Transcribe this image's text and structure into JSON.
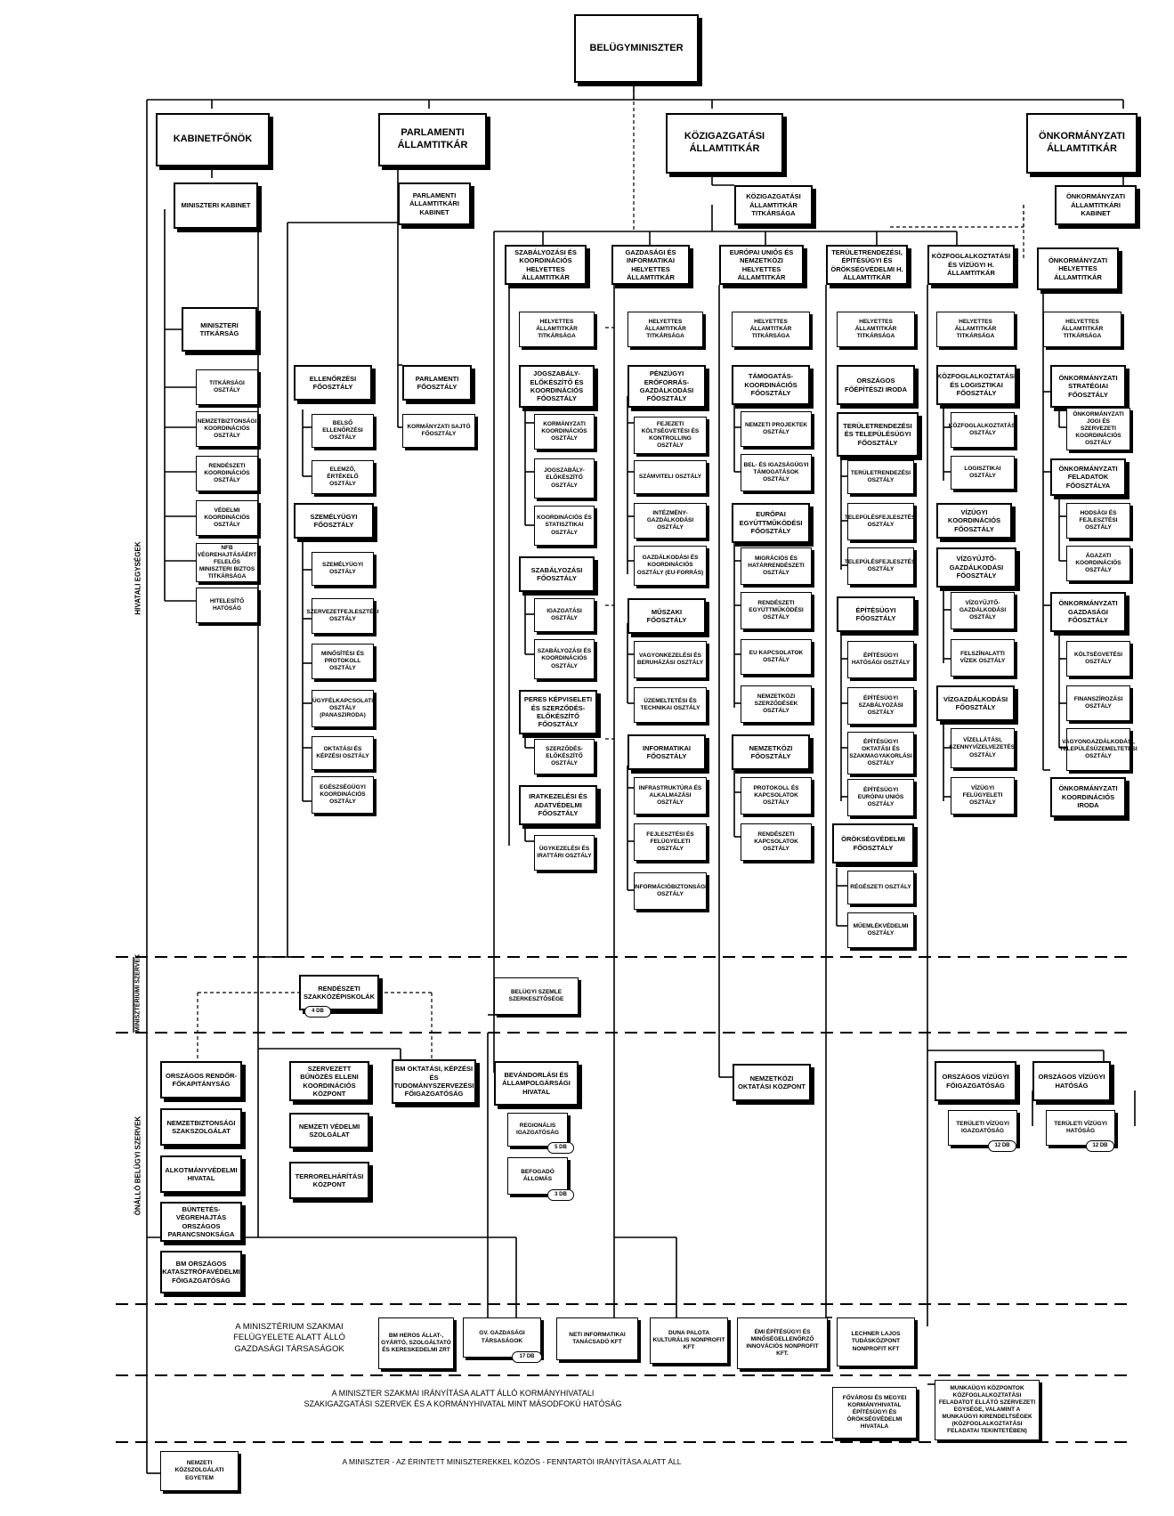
{
  "sections": {
    "hivatali": "HIVATALI EGYSÉGEK",
    "miniszteriumi": "MINISZTÉRIUMI SZERVEK",
    "onallo": "ÖNÁLLÓ BELÜGYI SZERVEK"
  },
  "footer": {
    "szakmai_felugyelet": "A MINISZTÉRIUM SZAKMAI FELÜGYELETE ALATT ÁLLÓ GAZDASÁGI TÁRSASÁGOK",
    "kormanyhivatal": "A MINISZTER SZAKMAI IRÁNYÍTÁSA ALATT ÁLLÓ KORMÁNYHIVATALI SZAKIGAZGATÁSI SZERVEK ÉS A KORMÁNYHIVATAL MINT MÁSODFOKÚ HATÓSÁG",
    "kozos_fenntartas": "A MINISZTER - AZ ÉRINTETT MINISZTEREKKEL KÖZÖS - FENNTARTÓI IRÁNYÍTÁSA ALATT ÁLL"
  },
  "units": {
    "miniszter": "BELÜGYMINISZTER",
    "kabinetfonok": "KABINETFŐNÖK",
    "parlamenti": "PARLAMENTI ÁLLAMTITKÁR",
    "kozig": "KÖZIGAZGATÁSI ÁLLAMTITKÁR",
    "onkorm": "ÖNKORMÁNYZATI ÁLLAMTITKÁR",
    "min_kabinet": "MINISZTERI KABINET",
    "parl_kabinet": "PARLAMENTI ÁLLAMTITKÁRI KABINET",
    "kozig_titk": "KÖZIGAZGATÁSI ÁLLAMTITKÁR TITKÁRSÁGA",
    "onk_kabinet": "ÖNKORMÁNYZATI ÁLLAMTITKÁRI KABINET",
    "onk_helyettes": "ÖNKORMÁNYZATI HELYETTES ÁLLAMTITKÁR",
    "szab_ht": "SZABÁLYOZÁSI ÉS KOORDINÁCIÓS HELYETTES ÁLLAMTITKÁR",
    "gazd_ht": "GAZDASÁGI ÉS INFORMATIKAI HELYETTES ÁLLAMTITKÁR",
    "eu_ht": "EURÓPAI UNIÓS ÉS NEMZETKÖZI HELYETTES ÁLLAMTITKÁR",
    "ter_ht": "TERÜLETRENDEZÉSI, ÉPÍTÉSÜGYI ÉS ÖRÖKSÉGVÉDELMI H. ÁLLAMTITKÁR",
    "kozf_ht": "KÖZFOGLALKOZTATÁSI ÉS VÍZÜGYI H. ÁLLAMTITKÁR",
    "min_titk": "MINISZTERI TITKÁRSÁG",
    "titkarsagi": "TITKÁRSÁGI OSZTÁLY",
    "nemzetbiz_koord": "NEMZETBIZTONSÁGI KOORDINÁCIÓS OSZTÁLY",
    "rendeszeti_koord": "RENDÉSZETI KOORDINÁCIÓS OSZTÁLY",
    "vedelmi_koord": "VÉDELMI KOORDINÁCIÓS OSZTÁLY",
    "nfb": "NFB VÉGREHAJTÁSÁÉRT FELELŐS MINISZTERI BIZTOS TITKÁRSÁGA",
    "hitelesito": "HITELESÍTŐ HATÓSÁG",
    "ellenorzesi": "ELLENŐRZÉSI FŐOSZTÁLY",
    "belso_ell": "BELSŐ ELLENŐRZÉSI OSZTÁLY",
    "elemzo": "ELEMZŐ, ÉRTÉKELŐ OSZTÁLY",
    "szemelyugyi_fo": "SZEMÉLYÜGYI FŐOSZTÁLY",
    "szemelyugyi_o": "SZEMÉLYÜGYI OSZTÁLY",
    "szervezetfejl": "SZERVEZETFEJLESZTÉSI OSZTÁLY",
    "minosites": "MINŐSÍTÉSI ÉS PROTOKOLL OSZTÁLY",
    "kapcsolattartasi": "ÜGYFÉLKAPCSOLATI OSZTÁLY (PANASZIRODA)",
    "oktatasi": "OKTATÁSI ÉS KÉPZÉSI OSZTÁLY",
    "egeszsegugyi": "EGÉSZSÉGÜGYI KOORDINÁCIÓS OSZTÁLY",
    "parl_fo": "PARLAMENTI FŐOSZTÁLY",
    "kormanyzati": "KORMÁNYZATI SAJTÓ FŐOSZTÁLY",
    "c1_helyettes": "HELYETTES ÁLLAMTITKÁR TITKÁRSÁGA",
    "c1_jogszab": "JOGSZABÁLY-ELŐKÉSZÍTŐ ÉS KOORDINÁCIÓS FŐOSZTÁLY",
    "c1_kormanyzati": "KORMÁNYZATI KOORDINÁCIÓS OSZTÁLY",
    "c1_jogszab_o": "JOGSZABÁLY-ELŐKÉSZÍTŐ OSZTÁLY",
    "c1_koord_stat": "KOORDINÁCIÓS ÉS STATISZTIKAI OSZTÁLY",
    "c1_szabalyozasi": "SZABÁLYOZÁSI FŐOSZTÁLY",
    "c1_igazgatasi": "IGAZGATÁSI OSZTÁLY",
    "c1_szab_koord": "SZABÁLYOZÁSI ÉS KOORDINÁCIÓS OSZTÁLY",
    "c1_peres": "PERES KÉPVISELETI ÉS SZERZŐDÉS-ELŐKÉSZÍTŐ FŐOSZTÁLY",
    "c1_szerzodes": "SZERZŐDÉS-ELŐKÉSZÍTŐ OSZTÁLY",
    "c1_irat": "IRATKEZELÉSI ÉS ADATVÉDELMI FŐOSZTÁLY",
    "c1_ugykezelesi": "ÜGYKEZELÉSI ÉS IRATTÁRI OSZTÁLY",
    "c2_helyettes": "HELYETTES ÁLLAMTITKÁR TITKÁRSÁGA",
    "c2_penzugyi": "PÉNZÜGYI ERŐFORRÁS-GAZDÁLKODÁSI FŐOSZTÁLY",
    "c2_fejezeti": "FEJEZETI KÖLTSÉGVETÉSI ÉS KONTROLLING OSZTÁLY",
    "c2_szamviteli": "SZÁMVITELI OSZTÁLY",
    "c2_intezmeny": "INTÉZMÉNY-GAZDÁLKODÁSI OSZTÁLY",
    "c2_gazdalkodas": "GAZDÁLKODÁSI ÉS KOORDINÁCIÓS OSZTÁLY (EU-FORRÁS)",
    "c2_muszaki": "MŰSZAKI FŐOSZTÁLY",
    "c2_vagyon": "VAGYONKEZELÉSI ÉS BERUHÁZÁSI OSZTÁLY",
    "c2_uzemeltetesi": "ÜZEMELTETÉSI ÉS TECHNIKAI OSZTÁLY",
    "c2_informatikai": "INFORMATIKAI FŐOSZTÁLY",
    "c2_infrastruktura": "INFRASTRUKTÚRA ÉS ALKALMAZÁSI OSZTÁLY",
    "c2_fejlesztesi": "FEJLESZTÉSI ÉS FELÜGYELETI OSZTÁLY",
    "c2_informacio": "INFORMÁCIÓBIZTONSÁGI OSZTÁLY",
    "c3_helyettes": "HELYETTES ÁLLAMTITKÁR TITKÁRSÁGA",
    "c3_tamogatas": "TÁMOGATÁS-KOORDINÁCIÓS FŐOSZTÁLY",
    "c3_nemzeti_proj": "NEMZETI PROJEKTEK OSZTÁLY",
    "c3_bel_igazsag": "BEL- ÉS IGAZSÁGÜGYI TÁMOGATÁSOK OSZTÁLY",
    "c3_europai": "EURÓPAI EGYÜTTMŰKÖDÉSI FŐOSZTÁLY",
    "c3_migracios": "MIGRÁCIÓS ÉS HATÁRRENDÉSZETI OSZTÁLY",
    "c3_rendeszeti_egy": "RENDÉSZETI EGYÜTTMŰKÖDÉSI OSZTÁLY",
    "c3_eu_kapcs": "EU KAPCSOLATOK OSZTÁLY",
    "c3_nemzetkozi_szerz": "NEMZETKÖZI SZERZŐDÉSEK OSZTÁLY",
    "c3_nemzetkozi_fo": "NEMZETKÖZI FŐOSZTÁLY",
    "c3_protokoll": "PROTOKOLL ÉS KAPCSOLATOK OSZTÁLY",
    "c3_rendeszeti_kapcs": "RENDÉSZETI KAPCSOLATOK OSZTÁLY",
    "c4_helyettes": "HELYETTES ÁLLAMTITKÁR TITKÁRSÁGA",
    "c4_orszagos_fo": "ORSZÁGOS FŐÉPÍTÉSZI IRODA",
    "c4_terulet_fo": "TERÜLETRENDEZÉSI ÉS TELEPÜLÉSÜGYI FŐOSZTÁLY",
    "c4_teruletrend": "TERÜLETRENDEZÉSI OSZTÁLY",
    "c4_telepules": "TELEPÜLÉSFEJLESZTÉSI OSZTÁLY",
    "c4_telepulesi": "TELEPÜLÉSFEJLESZTÉSI OSZTÁLY",
    "c4_epitesugyi": "ÉPÍTÉSÜGYI FŐOSZTÁLY",
    "c4_epitesugyi_hat": "ÉPÍTÉSÜGYI HATÓSÁGI OSZTÁLY",
    "c4_epitesugyi_szab": "ÉPÍTÉSÜGYI SZABÁLYOZÁSI OSZTÁLY",
    "c4_epitesugyi_okt": "ÉPÍTÉSÜGYI OKTATÁSI ÉS SZAKMAGYAKORLÁSI OSZTÁLY",
    "c4_epitesugyi_eu": "ÉPÍTÉSÜGYI EURÓPAI UNIÓS OSZTÁLY",
    "c4_orokseg": "ÖRÖKSÉGVÉDELMI FŐOSZTÁLY",
    "c4_regeszeti": "RÉGÉSZETI OSZTÁLY",
    "c4_muemlek": "MŰEMLÉKVÉDELMI OSZTÁLY",
    "c5_helyettes": "HELYETTES ÁLLAMTITKÁR TITKÁRSÁGA",
    "c5_kozfogl": "KÖZFOGLALKOZTATÁSI ÉS LOGISZTIKAI FŐOSZTÁLY",
    "c5_kozfogl_o": "KÖZFOGLALKOZTATÁSI OSZTÁLY",
    "c5_logisztikai": "LOGISZTIKAI OSZTÁLY",
    "c5_vizugyi_koord": "VÍZÜGYI KOORDINÁCIÓS FŐOSZTÁLY",
    "c5_vizgyujto": "VÍZGYŰJTŐ-GAZDÁLKODÁSI FŐOSZTÁLY",
    "c5_vizgyujto_o": "VÍZGYŰJTŐ-GAZDÁLKODÁSI OSZTÁLY",
    "c5_felszin": "FELSZÍNALATTI VÍZEK OSZTÁLY",
    "c5_vizgazdalkodasi": "VÍZGAZDÁLKODÁSI FŐOSZTÁLY",
    "c5_vizellatasi": "VÍZELLÁTÁSI, SZENNYVÍZELVEZETÉSI OSZTÁLY",
    "c5_vizugyi_fel": "VÍZÜGYI FELÜGYELETI OSZTÁLY",
    "c6_helyettes": "HELYETTES ÁLLAMTITKÁR TITKÁRSÁGA",
    "c6_strategiai": "ÖNKORMÁNYZATI STRATÉGIAI FŐOSZTÁLY",
    "c6_onk_jogi": "ÖNKORMÁNYZATI JOGI ÉS SZERVEZETI KOORDINÁCIÓS OSZTÁLY",
    "c6_feladatok": "ÖNKORMÁNYZATI FELADATOK FŐOSZTÁLYA",
    "c6_hodsegi": "HODSÁGI ÉS FEJLESZTÉSI OSZTÁLY",
    "c6_agazati": "ÁGAZATI KOORDINÁCIÓS OSZTÁLY",
    "c6_gazdasagi": "ÖNKORMÁNYZATI GAZDASÁGI FŐOSZTÁLY",
    "c6_koltsegvetesi": "KÖLTSÉGVETÉSI OSZTÁLY",
    "c6_finanszirozasi": "FINANSZÍROZÁSI OSZTÁLY",
    "c6_vagyongazd": "VAGYONGAZDÁLKODÁSI, TELEPÜLÉSÜZEMELTETÉSI OSZTÁLY",
    "c6_onk_koord_iroda": "ÖNKORMÁNYZATI KOORDINÁCIÓS IRODA",
    "rendeszeti_szk": "RENDÉSZETI SZAKKÖZÉPISKOLÁK",
    "belugyi_szemle": "BELÜGYI SZEMLE SZERKESZTŐSÉGE",
    "orszagos_rendor": "ORSZÁGOS RENDŐR-FŐKAPITÁNYSÁG",
    "nemzetbiz_szolg": "NEMZETBIZTONSÁGI SZAKSZOLGÁLAT",
    "alkotmanyvedelmi": "ALKOTMÁNYVÉDELMI HIVATAL",
    "buntetes": "BÜNTETÉS-VÉGREHAJTÁS ORSZÁGOS PARANCSNOKSÁGA",
    "katasztrofa": "BM ORSZÁGOS KATASZTRÓFAVÉDELMI FŐIGAZGATÓSÁG",
    "szervezett": "SZERVEZETT BŰNÖZÉS ELLENI KOORDINÁCIÓS KÖZPONT",
    "nemzeti_vedelmi": "NEMZETI VÉDELMI SZOLGÁLAT",
    "terrorelharitasi": "TERRORELHÁRÍTÁSI KÖZPONT",
    "bm_oktatasi": "BM OKTATÁSI, KÉPZÉSI ÉS TUDOMÁNYSZERVEZÉSI FŐIGAZGATÓSÁG",
    "bevandorlasi": "BEVÁNDORLÁSI ÉS ÁLLAMPOLGÁRSÁGI HIVATAL",
    "regionalis": "REGIONÁLIS IGAZGATÓSÁG",
    "befogado": "BEFOGADÓ ÁLLOMÁS",
    "nemzetkozi_oktatasi": "NEMZETKÖZI OKTATÁSI KÖZPONT",
    "orszagos_vizugyi": "ORSZÁGOS VÍZÜGYI FŐIGAZGATÓSÁG",
    "teruleti_vizugyi": "TERÜLETI VÍZÜGYI IGAZGATÓSÁG",
    "orszagos_vizugyi_hat": "ORSZÁGOS VÍZÜGYI HATÓSÁG",
    "teruleti_vizugyi_hat": "TERÜLETI VÍZÜGYI HATÓSÁG",
    "bm_heros": "BM HEROS ÁLLAT-, GYÁRTÓ, SZOLGÁLTATÓ ÉS KERESKEDELMI ZRT",
    "gazdasagi_tars": "GV. GAZDASÁGI TÁRSASÁGOK",
    "neti": "NETI INFORMATIKAI TANÁCSADÓ KFT",
    "duna_palota": "DUNA PALOTA KULTURÁLIS NONPROFIT KFT",
    "emi": "ÉMI ÉPÍTÉSÜGYI ÉS MINŐSÉGELLENŐRZŐ INNOVÁCIÓS NONPROFIT KFT.",
    "lechner": "LECHNER LAJOS TUDÁSKÖZPONT NONPROFIT KFT",
    "fovarosi": "FŐVÁROSI ÉS MEGYEI KORMÁNYHIVATAL ÉPÍTÉSÜGYI ÉS ÖRÖKSÉGVÉDELMI HIVATALA",
    "munkaugyi": "MUNKAÜGYI KÖZPONTOK KÖZFOGLALKOZTATÁSI FELADATOT ELLÁTÓ SZERVEZETI EGYSÉGE, VALAMINT A MUNKAÜGYI KIRENDELTSÉGEK (KÖZFOGLALKOZTATÁSI FELADATAI TEKINTETÉBEN)",
    "nemzeti_kozszolg": "NEMZETI KÖZSZOLGÁLATI EGYETEM"
  },
  "badges": {
    "rendeszeti_szk": "4 DB",
    "regionalis": "5 DB",
    "befogado": "3 DB",
    "teruleti_vizugyi": "12 DB",
    "teruleti_vizugyi_hat": "12 DB",
    "gazdasagi_tars": "17 DB"
  }
}
